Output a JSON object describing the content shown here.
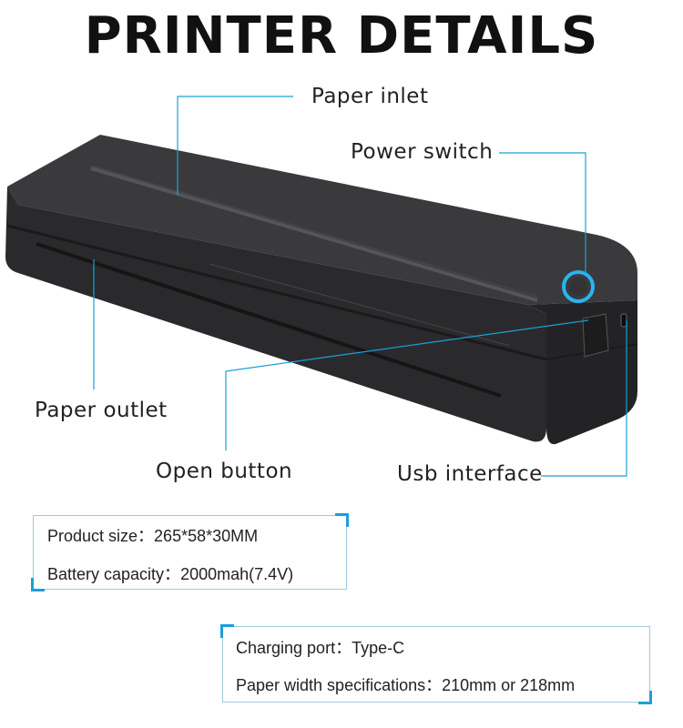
{
  "title": "PRINTER DETAILS",
  "colors": {
    "accent": "#1aa0d8",
    "power_ring": "#28b4f0",
    "body": "#2b2b2d"
  },
  "callouts": {
    "paper_inlet": "Paper inlet",
    "power_switch": "Power switch",
    "paper_outlet": "Paper outlet",
    "open_button": "Open button",
    "usb_interface": "Usb interface"
  },
  "spec_box_1": {
    "line1_label": "Product size：",
    "line1_value": "265*58*30MM",
    "line2_label": "Battery capacity：",
    "line2_value": "2000mah(7.4V)"
  },
  "spec_box_2": {
    "line1_label": "Charging port：",
    "line1_value": "Type-C",
    "line2_label": "Paper width specifications：",
    "line2_value": "210mm or 218mm"
  }
}
